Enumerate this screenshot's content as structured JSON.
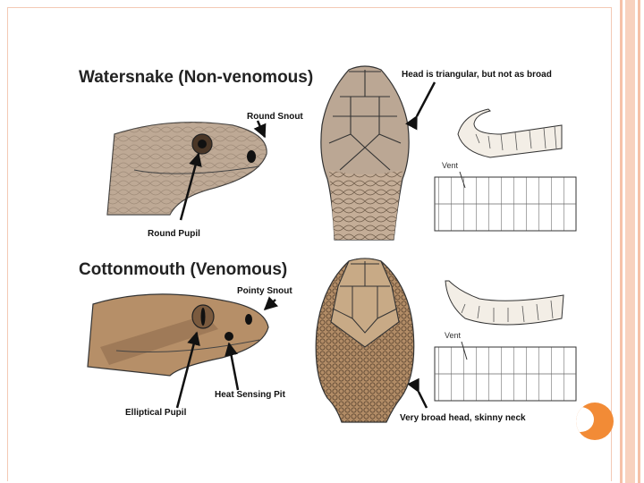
{
  "slide": {
    "colors": {
      "accent": "#f28b36",
      "border": "#f3c9b5",
      "snake_tan": "#bba794",
      "cotton_tan": "#b68f68"
    },
    "watersnake": {
      "title": "Watersnake (Non-venomous)",
      "labels": {
        "round_snout": "Round Snout",
        "round_pupil": "Round Pupil",
        "head_shape": "Head is triangular, but not as broad",
        "vent": "Vent"
      }
    },
    "cottonmouth": {
      "title": "Cottonmouth (Venomous)",
      "labels": {
        "pointy_snout": "Pointy Snout",
        "heat_pit": "Heat Sensing Pit",
        "elliptical_pupil": "Elliptical Pupil",
        "head_shape": "Very broad head, skinny neck",
        "vent": "Vent"
      }
    }
  }
}
